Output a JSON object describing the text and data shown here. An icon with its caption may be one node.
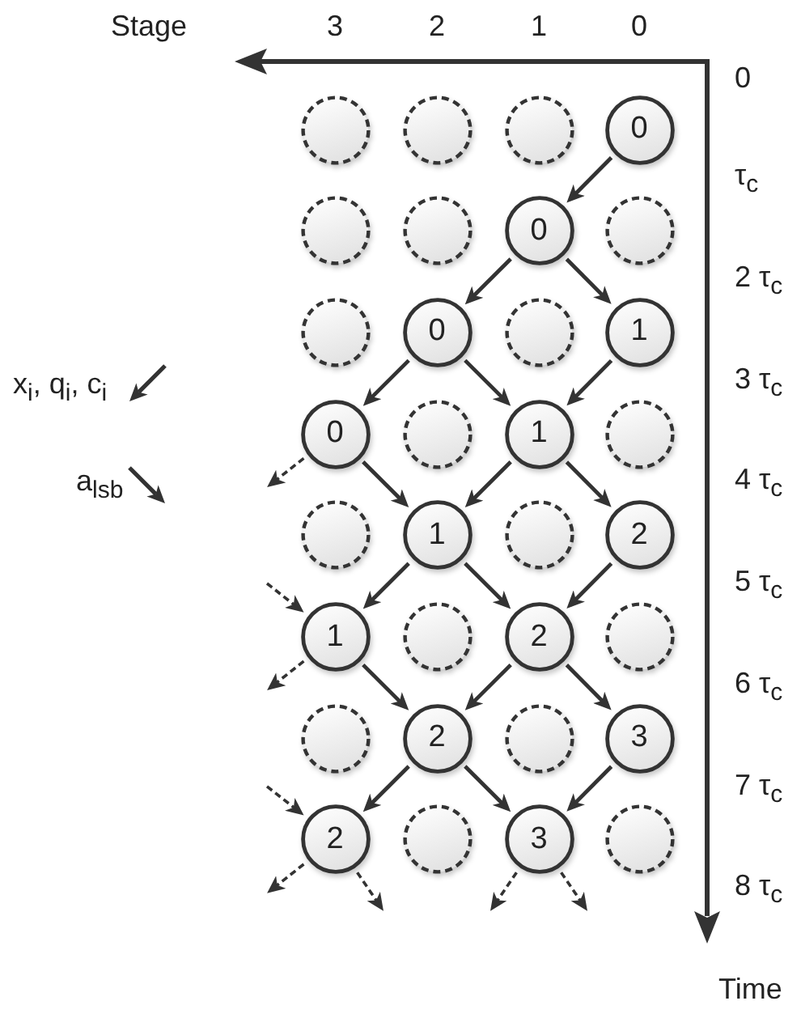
{
  "diagram": {
    "nodes": [
      {
        "text": [],
        "shape": "circle"
      },
      {
        "text": [],
        "shape": "circle"
      },
      {
        "text": [],
        "shape": "circle"
      },
      {
        "text": [
          "0"
        ]
      },
      {
        "text": [],
        "shape": "circle"
      },
      {
        "text": [],
        "shape": "circle"
      },
      {
        "text": [
          "0"
        ]
      },
      {
        "text": [],
        "shape": "circle"
      },
      {
        "text": [],
        "shape": "circle"
      },
      {
        "text": [
          "0"
        ]
      },
      {
        "text": [],
        "shape": "circle"
      },
      {
        "text": [
          "1"
        ]
      },
      {
        "text": [
          "0"
        ]
      },
      {
        "text": [],
        "shape": "circle"
      },
      {
        "text": [
          "1"
        ]
      },
      {
        "text": [],
        "shape": "circle"
      },
      {
        "text": [],
        "shape": "circle"
      },
      {
        "text": [
          "1"
        ]
      },
      {
        "text": [],
        "shape": "circle"
      },
      {
        "text": [
          "2"
        ]
      },
      {
        "text": [
          "1"
        ]
      },
      {
        "text": [],
        "shape": "circle"
      },
      {
        "text": [
          "2"
        ]
      },
      {
        "text": [],
        "shape": "circle"
      },
      {
        "text": [],
        "shape": "circle"
      },
      {
        "text": [
          "2"
        ]
      },
      {
        "text": [],
        "shape": "circle"
      },
      {
        "text": [
          "3"
        ]
      },
      {
        "text": [
          "2"
        ]
      },
      {
        "text": [],
        "shape": "circle"
      },
      {
        "text": [
          "3"
        ]
      },
      {
        "text": [],
        "shape": "circle"
      }
    ],
    "edges": [
      {
        "from": 3,
        "to": 6,
        "arrow": "to"
      },
      {
        "from": 6,
        "to": 9,
        "arrow": "to"
      },
      {
        "from": 6,
        "to": 11,
        "arrow": "to"
      },
      {
        "from": 9,
        "to": 12,
        "arrow": "to"
      },
      {
        "from": 9,
        "to": 14,
        "arrow": "to"
      },
      {
        "from": 11,
        "to": 14,
        "arrow": "to"
      },
      {
        "from": 12,
        "to": null,
        "arrow": "to",
        "style": "dashed"
      },
      {
        "from": 12,
        "to": 17,
        "arrow": "to"
      },
      {
        "from": 14,
        "to": 17,
        "arrow": "to"
      },
      {
        "from": 14,
        "to": 19,
        "arrow": "to"
      },
      {
        "from": 17,
        "to": 20,
        "arrow": "to"
      },
      {
        "from": 17,
        "to": 22,
        "arrow": "to"
      },
      {
        "from": 19,
        "to": 22,
        "arrow": "to"
      },
      {
        "from": null,
        "to": 20,
        "arrow": "to",
        "style": "dashed"
      },
      {
        "from": 20,
        "to": null,
        "arrow": "to",
        "style": "dashed"
      },
      {
        "from": 20,
        "to": 25,
        "arrow": "to"
      },
      {
        "from": 22,
        "to": 25,
        "arrow": "to"
      },
      {
        "from": 22,
        "to": 27,
        "arrow": "to"
      },
      {
        "from": 25,
        "to": 28,
        "arrow": "to"
      },
      {
        "from": 25,
        "to": 30,
        "arrow": "to"
      },
      {
        "from": 27,
        "to": 30,
        "arrow": "to"
      },
      {
        "from": null,
        "to": 28,
        "arrow": "to",
        "style": "dashed"
      },
      {
        "from": 28,
        "to": null,
        "arrow": "to",
        "style": "dashed"
      },
      {
        "from": 28,
        "to": null,
        "arrow": "to",
        "style": "dashed"
      },
      {
        "from": 30,
        "to": null,
        "arrow": "to",
        "style": "dashed"
      },
      {
        "from": 30,
        "to": null,
        "arrow": "to",
        "style": "dashed"
      }
    ],
    "labels": [
      "Stage",
      "3",
      "2",
      "1",
      "0",
      "0",
      "τ$_{c}$",
      "2 τ$_{c}$",
      "3 τ$_{c}$",
      "4 τ$_{c}$",
      "5 τ$_{c}$",
      "6 τ$_{c}$",
      "7 τ$_{c}$",
      "8 τ$_{c}$",
      "Time"
    ],
    "legend": [
      {
        "text": "x$_{i}$, q$_{i}$, c$_{i}$"
      },
      {
        "text": "a$_{lsb}$"
      }
    ]
  }
}
